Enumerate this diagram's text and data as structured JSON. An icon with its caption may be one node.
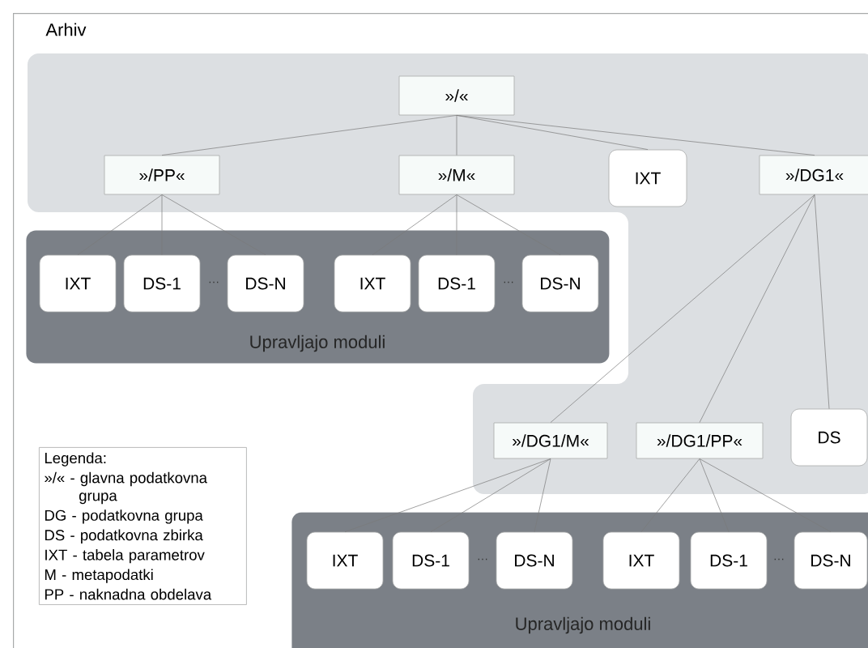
{
  "diagram": {
    "nodes": [
      {
        "text": [
          "Arhiv"
        ]
      },
      {
        "text": [],
        "shape": "box",
        "in": 0
      },
      {
        "text": [
          "»/«"
        ],
        "in": 1
      },
      {
        "text": [
          "»/PP«"
        ],
        "in": 1
      },
      {
        "text": [
          "»/M«"
        ],
        "in": 1
      },
      {
        "text": [
          "IXT"
        ],
        "in": 1
      },
      {
        "text": [
          "»/DG1«"
        ],
        "in": 1
      },
      {
        "text": [
          "Upravljajo moduli"
        ],
        "in": 0
      },
      {
        "text": [
          "IXT"
        ],
        "in": 7
      },
      {
        "text": [
          "DS-1"
        ],
        "in": 7
      },
      {
        "text": [
          "DS-N"
        ],
        "in": 7
      },
      {
        "text": [
          "IXT"
        ],
        "in": 7
      },
      {
        "text": [
          "DS-1"
        ],
        "in": 7
      },
      {
        "text": [
          "DS-N"
        ],
        "in": 7
      },
      {
        "text": [
          "»/DG1/M«"
        ],
        "in": 1
      },
      {
        "text": [
          "»/DG1/PP«"
        ],
        "in": 1
      },
      {
        "text": [
          "DS"
        ],
        "in": 1
      },
      {
        "text": [
          "Legenda:",
          "»/« - glavna podatkovna grupa",
          "DG - podatkovna grupa",
          "DS - podatkovna zbirka",
          "IXT - tabela parametrov",
          "M - metapodatki",
          "PP - naknadna obdelava"
        ],
        "in": 0
      },
      {
        "text": [
          "Upravljajo moduli"
        ],
        "in": 0
      },
      {
        "text": [
          "IXT"
        ],
        "in": 18
      },
      {
        "text": [
          "DS-1"
        ],
        "in": 18
      },
      {
        "text": [
          "DS-N"
        ],
        "in": 18
      },
      {
        "text": [
          "IXT"
        ],
        "in": 18
      },
      {
        "text": [
          "DS-1"
        ],
        "in": 18
      },
      {
        "text": [
          "DS-N"
        ],
        "in": 18
      }
    ],
    "edges": [
      {
        "from": 2,
        "to": 3,
        "arrow": "none"
      },
      {
        "from": 2,
        "to": 4,
        "arrow": "none"
      },
      {
        "from": 2,
        "to": 5,
        "arrow": "none"
      },
      {
        "from": 2,
        "to": 6,
        "arrow": "none"
      },
      {
        "from": 3,
        "to": 8,
        "arrow": "none"
      },
      {
        "from": 3,
        "to": 9,
        "arrow": "none"
      },
      {
        "from": 3,
        "to": 10,
        "arrow": "none"
      },
      {
        "from": 4,
        "to": 11,
        "arrow": "none"
      },
      {
        "from": 4,
        "to": 12,
        "arrow": "none"
      },
      {
        "from": 4,
        "to": 13,
        "arrow": "none"
      },
      {
        "from": 6,
        "to": 14,
        "arrow": "none"
      },
      {
        "from": 6,
        "to": 15,
        "arrow": "none"
      },
      {
        "from": 6,
        "to": 16,
        "arrow": "none"
      },
      {
        "from": 14,
        "to": 19,
        "arrow": "none"
      },
      {
        "from": 14,
        "to": 20,
        "arrow": "none"
      },
      {
        "from": 14,
        "to": 21,
        "arrow": "none"
      },
      {
        "from": 15,
        "to": 22,
        "arrow": "none"
      },
      {
        "from": 15,
        "to": 23,
        "arrow": "none"
      },
      {
        "from": 15,
        "to": 24,
        "arrow": "none"
      }
    ],
    "labels": [
      "···",
      "···",
      "···",
      "···"
    ]
  }
}
